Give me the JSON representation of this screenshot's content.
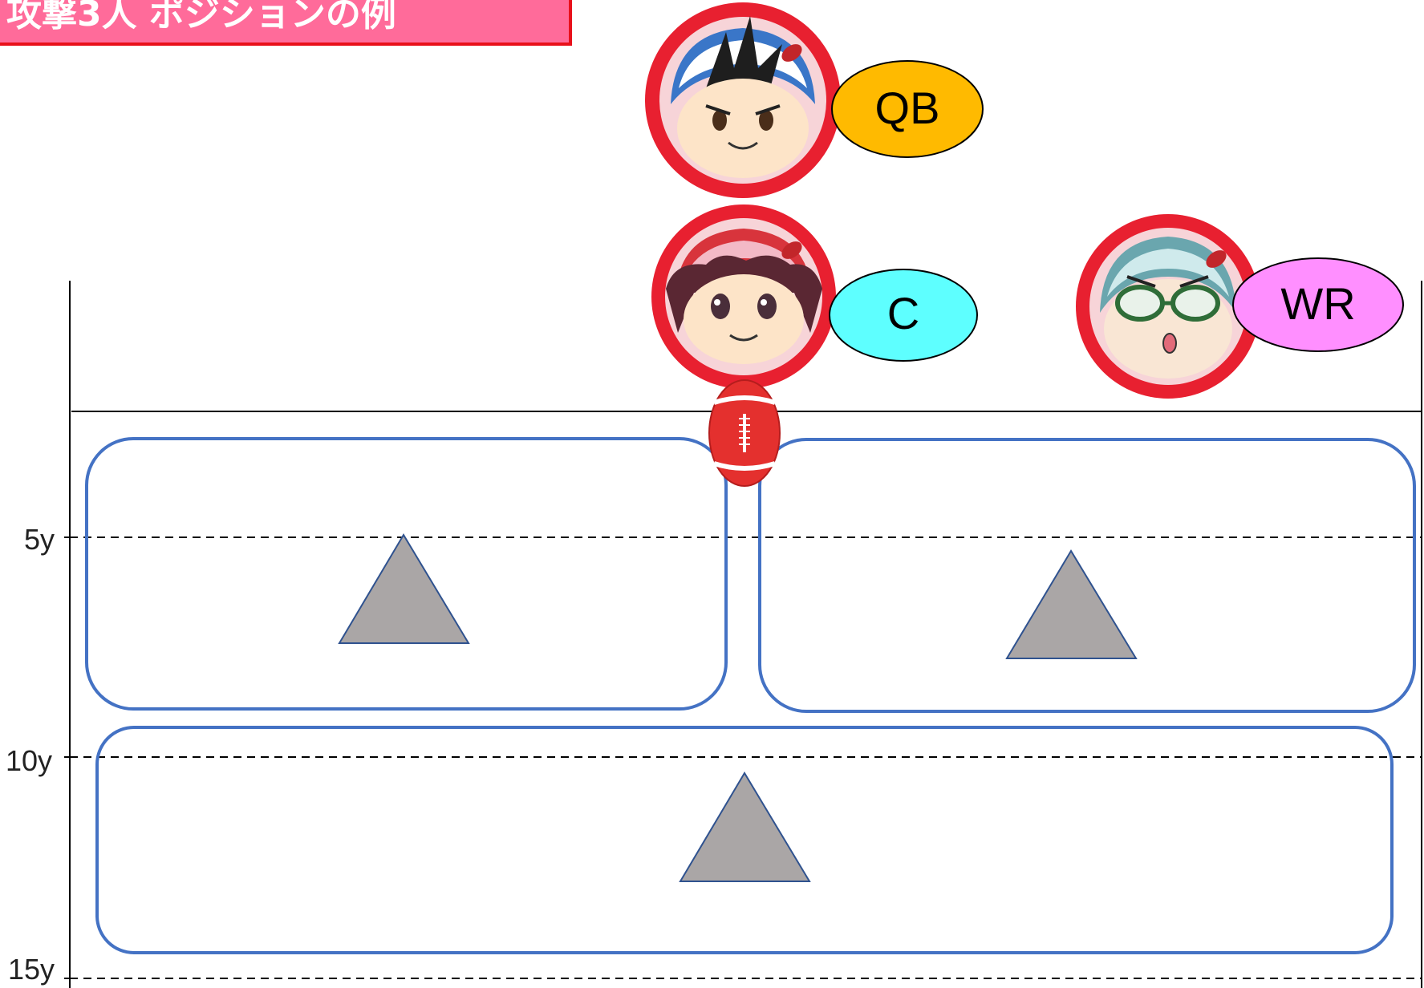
{
  "title": "攻撃3人 ポジションの例",
  "yard_lines": [
    "5y",
    "10y",
    "15y"
  ],
  "positions": {
    "qb": "QB",
    "c": "C",
    "wr": "WR"
  },
  "colors": {
    "title_bg": "#ff6b9a",
    "title_border": "#e8101a",
    "qb_bubble": "#ffba00",
    "c_bubble": "#5effff",
    "wr_bubble": "#ff8fff",
    "zone_stroke": "#4472c4",
    "defender": "#aaa6a6",
    "player_ring": "#e82030",
    "ball": "#e4302e"
  },
  "icons": [
    "qb-player-icon",
    "center-player-icon",
    "wr-player-icon",
    "football-icon",
    "defender-triangle-icon"
  ]
}
